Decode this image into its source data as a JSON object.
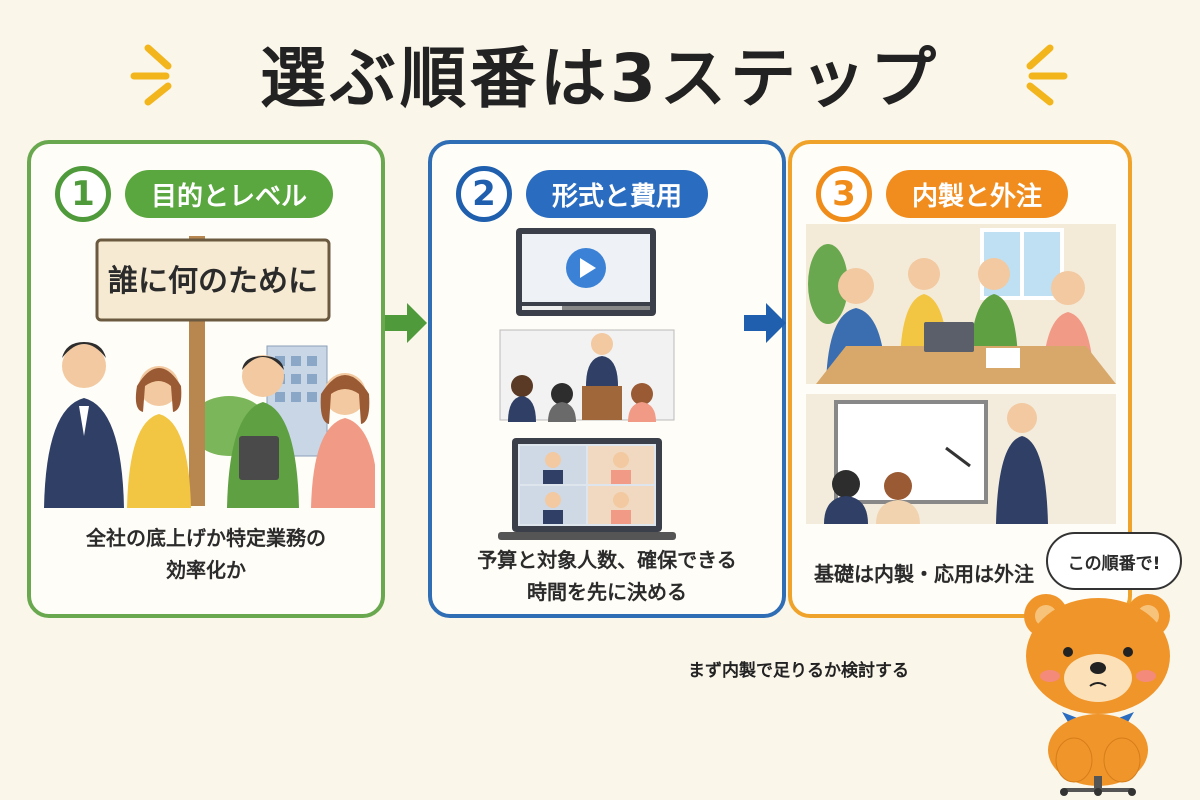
{
  "title": "選ぶ順番は3ステップ",
  "steps": [
    {
      "number": "1",
      "label": "目的とレベル",
      "sign_text": "誰に何のために",
      "caption_line1": "全社の底上げか特定業務の",
      "caption_line2": "効率化か",
      "color": "#5aa63f"
    },
    {
      "number": "2",
      "label": "形式と費用",
      "caption_line1": "予算と対象人数、確保できる",
      "caption_line2": "時間を先に決める",
      "color": "#2a6cc0"
    },
    {
      "number": "3",
      "label": "内製と外注",
      "caption_line1": "基礎は内製・応用は外注",
      "color": "#f08d1e"
    }
  ],
  "mascot": {
    "bubble_text": "この順番で!",
    "note_text": "まず内製で足りるか検討する"
  }
}
